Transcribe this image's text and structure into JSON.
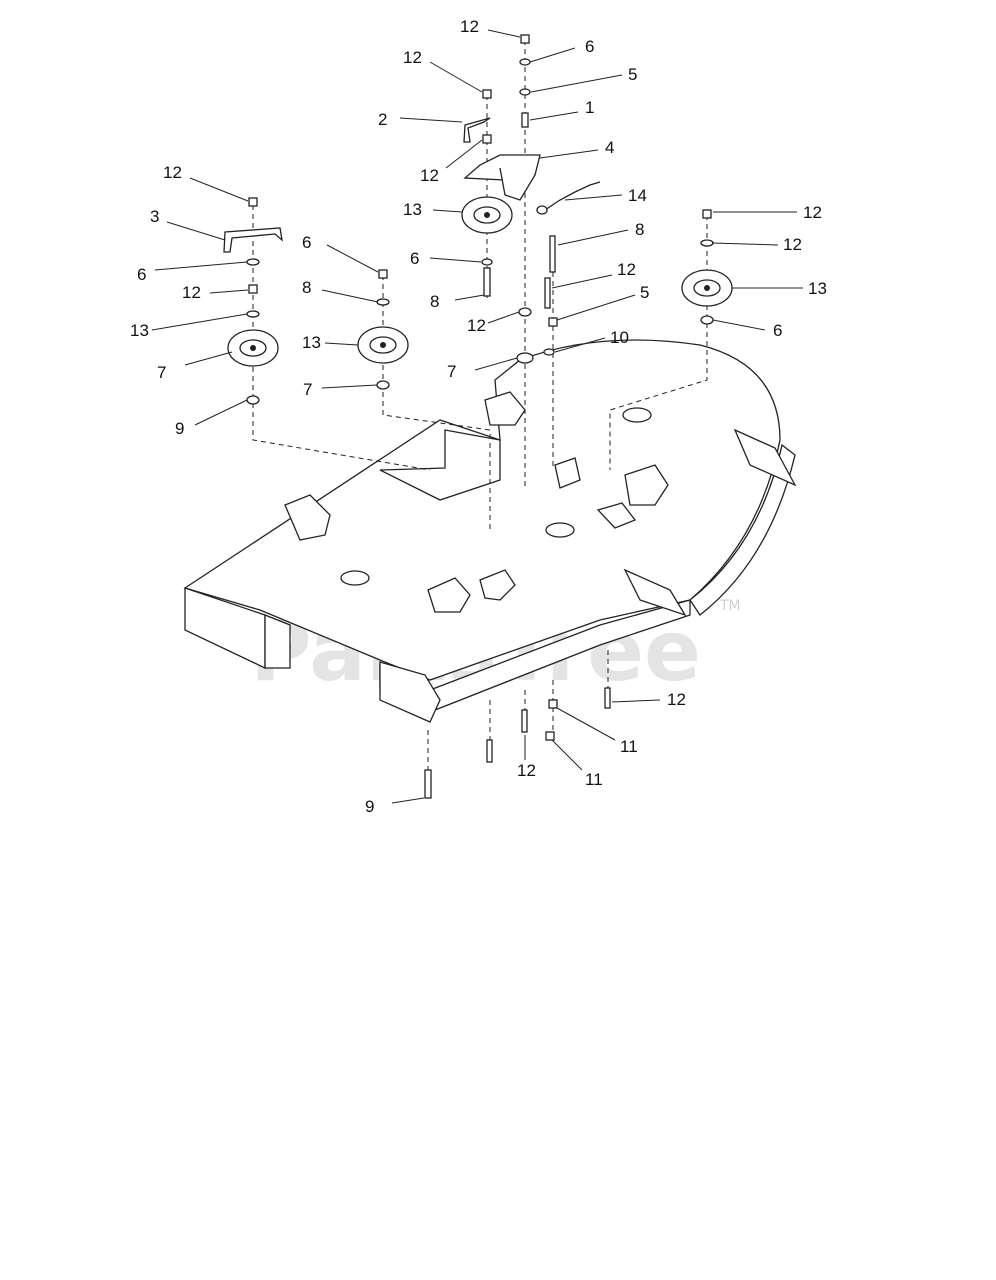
{
  "watermark": {
    "text": "PartsTree",
    "trademark": "TM"
  },
  "callouts": [
    {
      "id": "c1",
      "text": "12"
    },
    {
      "id": "c2",
      "text": "6"
    },
    {
      "id": "c3",
      "text": "12"
    },
    {
      "id": "c4",
      "text": "5"
    },
    {
      "id": "c5",
      "text": "2"
    },
    {
      "id": "c6",
      "text": "1"
    },
    {
      "id": "c7",
      "text": "4"
    },
    {
      "id": "c8",
      "text": "12"
    },
    {
      "id": "c9",
      "text": "12"
    },
    {
      "id": "c10",
      "text": "14"
    },
    {
      "id": "c11",
      "text": "3"
    },
    {
      "id": "c12",
      "text": "13"
    },
    {
      "id": "c13",
      "text": "12"
    },
    {
      "id": "c14",
      "text": "8"
    },
    {
      "id": "c15",
      "text": "6"
    },
    {
      "id": "c16",
      "text": "12"
    },
    {
      "id": "c17",
      "text": "6"
    },
    {
      "id": "c18",
      "text": "6"
    },
    {
      "id": "c19",
      "text": "8"
    },
    {
      "id": "c20",
      "text": "12"
    },
    {
      "id": "c21",
      "text": "13"
    },
    {
      "id": "c22",
      "text": "12"
    },
    {
      "id": "c23",
      "text": "8"
    },
    {
      "id": "c24",
      "text": "5"
    },
    {
      "id": "c25",
      "text": "12"
    },
    {
      "id": "c26",
      "text": "13"
    },
    {
      "id": "c27",
      "text": "6"
    },
    {
      "id": "c28",
      "text": "13"
    },
    {
      "id": "c29",
      "text": "10"
    },
    {
      "id": "c30",
      "text": "7"
    },
    {
      "id": "c31",
      "text": "7"
    },
    {
      "id": "c32",
      "text": "7"
    },
    {
      "id": "c33",
      "text": "9"
    },
    {
      "id": "c34",
      "text": "12"
    },
    {
      "id": "c35",
      "text": "11"
    },
    {
      "id": "c36",
      "text": "12"
    },
    {
      "id": "c37",
      "text": "11"
    },
    {
      "id": "c38",
      "text": "9"
    }
  ]
}
